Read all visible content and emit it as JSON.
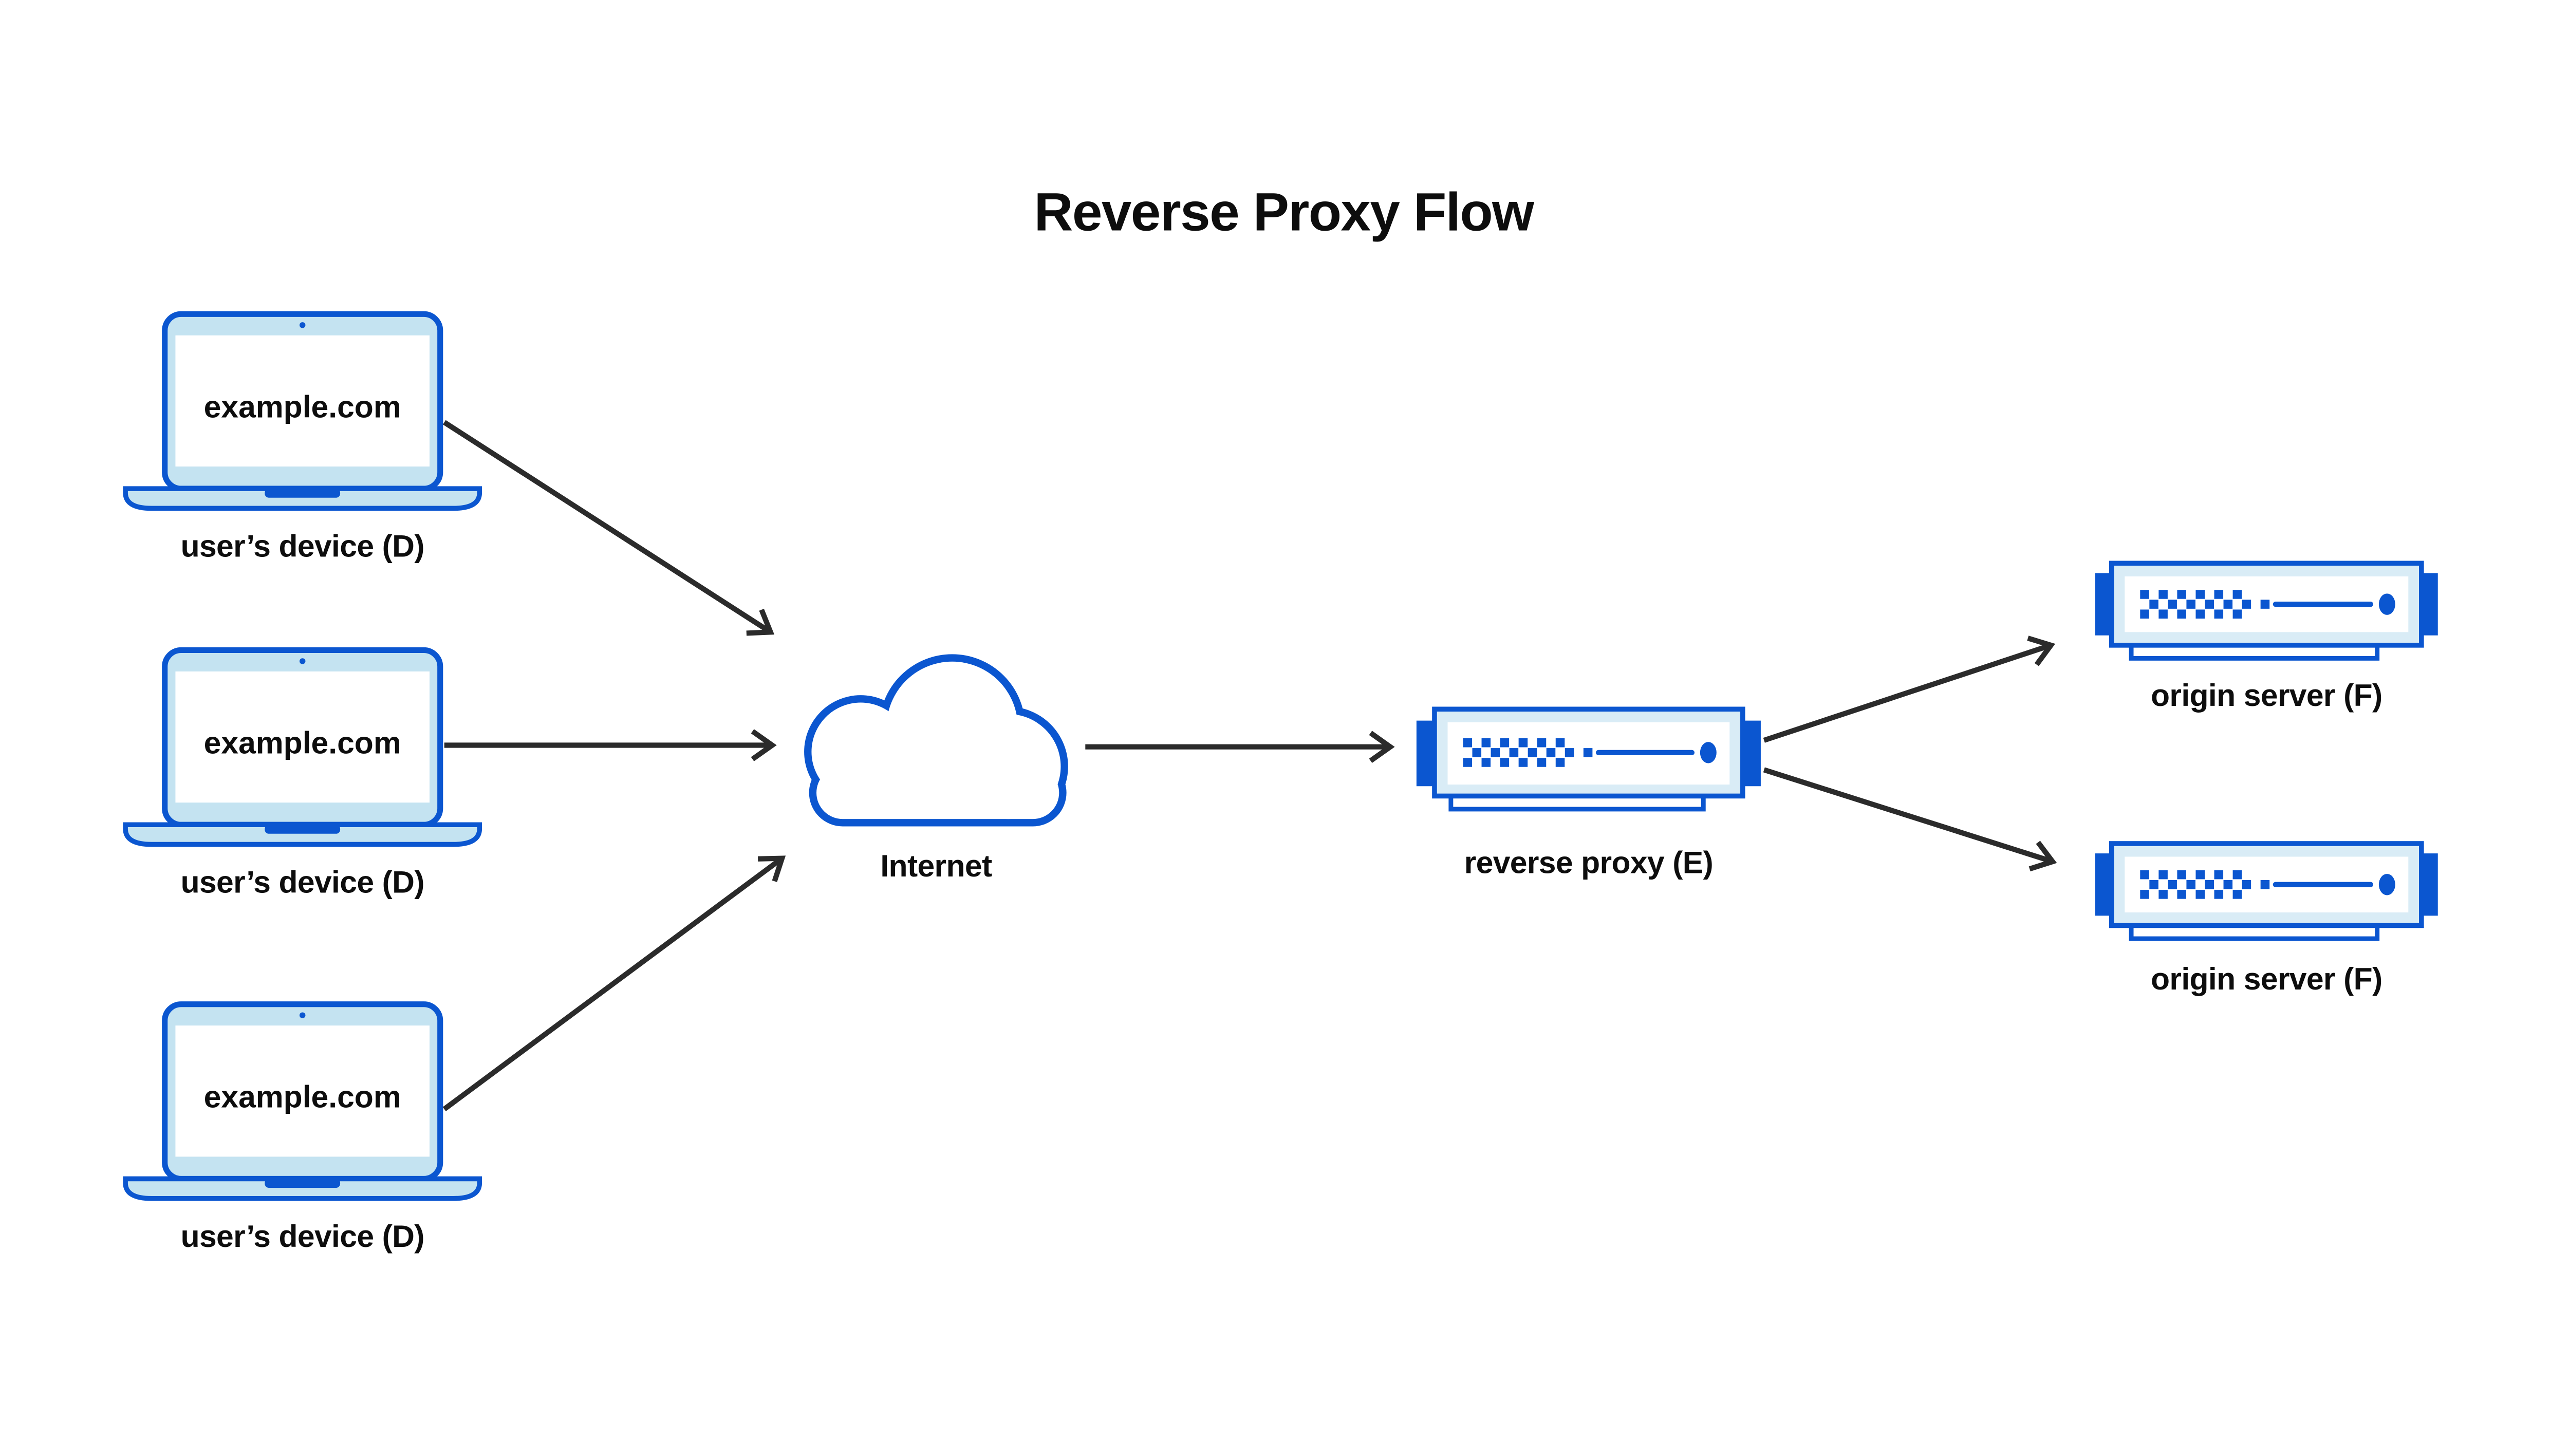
{
  "title": "Reverse Proxy Flow",
  "nodes": {
    "devices": [
      {
        "id": "user-device-1",
        "screen_text": "example.com",
        "label": "user’s device (D)"
      },
      {
        "id": "user-device-2",
        "screen_text": "example.com",
        "label": "user’s device (D)"
      },
      {
        "id": "user-device-3",
        "screen_text": "example.com",
        "label": "user’s device (D)"
      }
    ],
    "internet": {
      "id": "internet",
      "label": "Internet"
    },
    "reverse_proxy": {
      "id": "reverse-proxy",
      "label": "reverse proxy (E)"
    },
    "origin_servers": [
      {
        "id": "origin-server-1",
        "label": "origin server (F)"
      },
      {
        "id": "origin-server-2",
        "label": "origin server (F)"
      }
    ]
  },
  "icons": {
    "device": "laptop-icon",
    "internet": "cloud-icon",
    "reverse_proxy": "server-icon",
    "origin_server": "server-icon"
  },
  "connections": [
    {
      "from": "user-device-1",
      "to": "internet"
    },
    {
      "from": "user-device-2",
      "to": "internet"
    },
    {
      "from": "user-device-3",
      "to": "internet"
    },
    {
      "from": "internet",
      "to": "reverse-proxy"
    },
    {
      "from": "reverse-proxy",
      "to": "origin-server-1"
    },
    {
      "from": "reverse-proxy",
      "to": "origin-server-2"
    }
  ],
  "colors": {
    "accent_blue": "#0b56d0",
    "laptop_fill": "#c4e3f1",
    "server_fill": "#d9ecf6",
    "arrow": "#2b2b2b",
    "text_color": "#0d0d0d",
    "background": "#ffffff"
  }
}
